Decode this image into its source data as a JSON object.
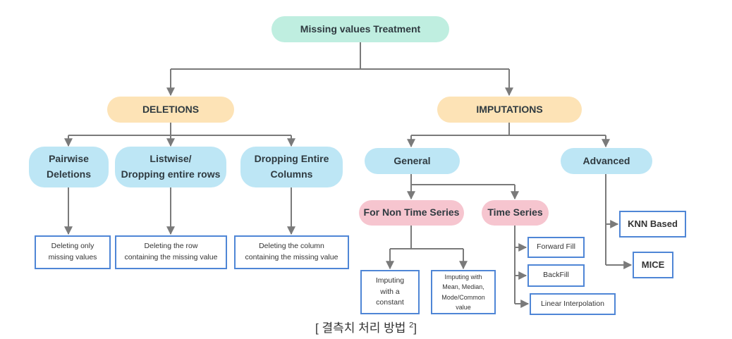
{
  "root": "Missing values Treatment",
  "deletions": {
    "title": "DELETIONS",
    "items": [
      {
        "label": "Pairwise\nDeletions",
        "detail": "Deleting only\nmissing values"
      },
      {
        "label": "Listwise/\nDropping entire rows",
        "detail": "Deleting the row\ncontaining the missing value"
      },
      {
        "label": "Dropping Entire\nColumns",
        "detail": "Deleting the column\ncontaining the missing value"
      }
    ]
  },
  "imputations": {
    "title": "IMPUTATIONS",
    "general": {
      "label": "General",
      "non_time_series": {
        "label": "For Non Time Series",
        "items": [
          "Imputing\nwith a\nconstant",
          "Imputing with\nMean, Median,\nMode/Common\nvalue"
        ]
      },
      "time_series": {
        "label": "Time Series",
        "items": [
          "Forward Fill",
          "BackFill",
          "Linear Interpolation"
        ]
      }
    },
    "advanced": {
      "label": "Advanced",
      "items": [
        "KNN Based",
        "MICE"
      ]
    }
  },
  "caption": {
    "text": "[ 결측치 처리 방법 ",
    "superscript": "2",
    "close": "]"
  },
  "colors": {
    "root_fill": "#bfeee0",
    "category_fill": "#fde3b6",
    "method_fill": "#bde6f5",
    "subgroup_fill": "#f6c5cf",
    "leaf_border": "#4f86d6",
    "connector": "#7a7a7a"
  }
}
